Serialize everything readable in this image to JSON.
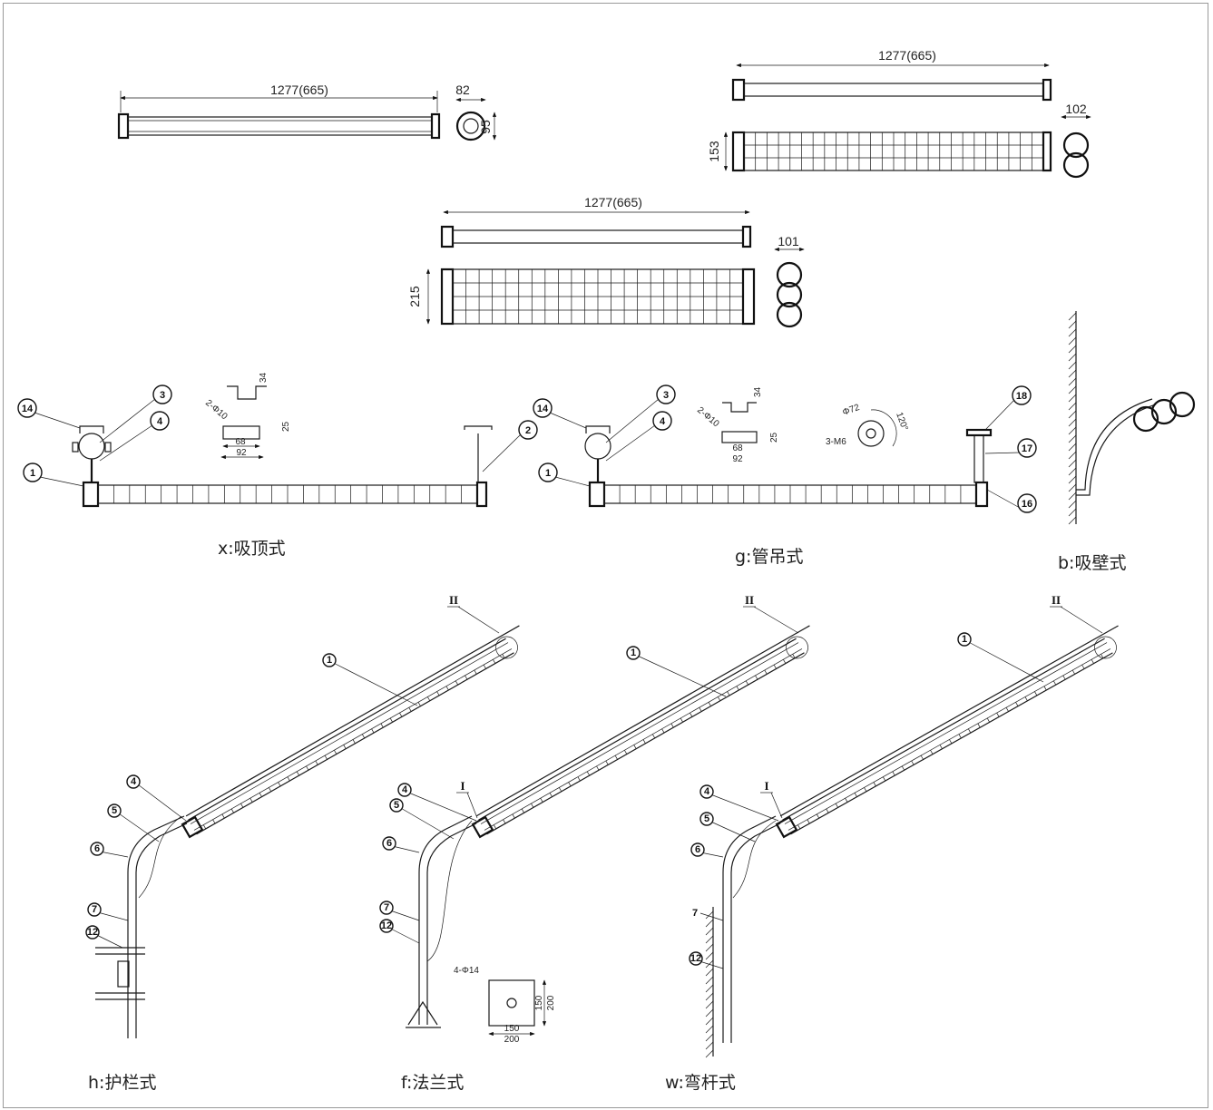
{
  "dimensions": {
    "length_label": "1277(665)",
    "single_width": "82",
    "single_height": "95",
    "double_width": "102",
    "double_height": "153",
    "triple_width": "101",
    "triple_height": "215",
    "bracket_height": "34",
    "bracket_hole": "2-Φ10",
    "bracket_inner": "68",
    "bracket_outer": "92",
    "bracket_depth": "25",
    "flange_dia": "Φ72",
    "flange_screw": "3-M6",
    "flange_angle": "120°",
    "plate_hole": "4-Φ14",
    "plate_inner": "150",
    "plate_outer": "200"
  },
  "captions": {
    "x_mount": "x:吸顶式",
    "g_mount": "g:管吊式",
    "b_mount": "b:吸壁式",
    "h_mount": "h:护栏式",
    "f_mount": "f:法兰式",
    "w_mount": "w:弯杆式"
  },
  "callouts": {
    "c1": "1",
    "c2": "2",
    "c3": "3",
    "c4": "4",
    "c5": "5",
    "c6": "6",
    "c7": "7",
    "c12": "12",
    "c14": "14",
    "c16": "16",
    "c17": "17",
    "c18": "18"
  },
  "detail_marks": {
    "d1": "I",
    "d2": "II"
  }
}
